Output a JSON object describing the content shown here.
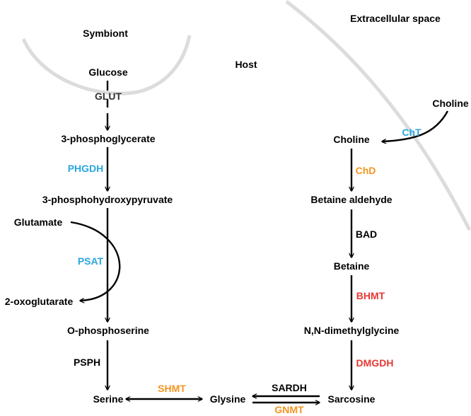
{
  "regions": {
    "symbiont": "Symbiont",
    "host": "Host",
    "extracellular": "Extracellular space"
  },
  "metabolites": {
    "glucose": "Glucose",
    "three_pg": "3-phosphoglycerate",
    "three_php": "3-phosphohydroxypyruvate",
    "glutamate": "Glutamate",
    "oxoglutarate": "2-oxoglutarate",
    "o_phosphoserine": "O-phosphoserine",
    "serine": "Serine",
    "glysine": "Glysine",
    "sarcosine": "Sarcosine",
    "choline_ext": "Choline",
    "choline": "Choline",
    "betaine_aldehyde": "Betaine aldehyde",
    "betaine": "Betaine",
    "dmg": "N,N-dimethylglycine"
  },
  "enzymes": {
    "glut": "GLUT",
    "phgdh": "PHGDH",
    "psat": "PSAT",
    "psph": "PSPH",
    "shmt": "SHMT",
    "sardh": "SARDH",
    "gnmt": "GNMT",
    "cht": "ChT",
    "chd": "ChD",
    "bad": "BAD",
    "bhmt": "BHMT",
    "dmgdh": "DMGDH"
  },
  "colors": {
    "blue": "#29a7df",
    "orange": "#f3951f",
    "red": "#e53935",
    "black": "#000000",
    "membrane": "#dcdcdc"
  }
}
